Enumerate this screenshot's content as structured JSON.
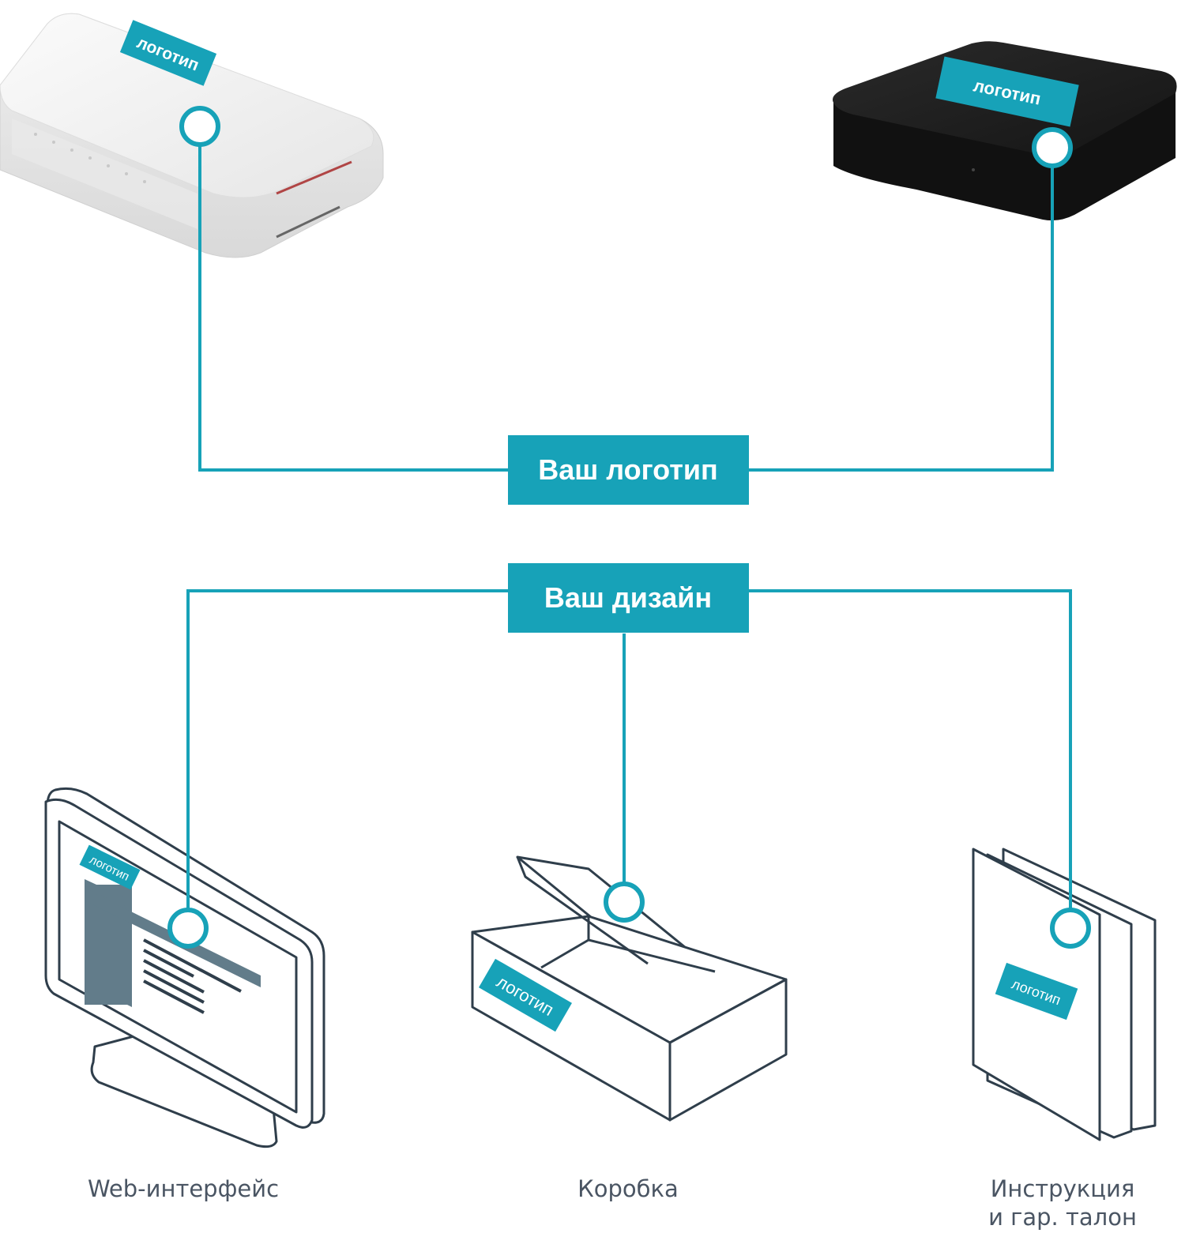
{
  "colors": {
    "accent": "#17a2b8",
    "outline": "#2f3e4b",
    "text": "#4a5563",
    "panel": "#627c8a"
  },
  "logo_text": "логотип",
  "nodes": {
    "your_logo": "Ваш логотип",
    "your_design": "Ваш дизайн"
  },
  "devices": [
    {
      "name": "white-router",
      "icon": "router-image"
    },
    {
      "name": "black-box",
      "icon": "set-top-box-image"
    }
  ],
  "items": [
    {
      "caption": "Web-интерфейс",
      "icon": "monitor-icon"
    },
    {
      "caption": "Коробка",
      "icon": "box-icon"
    },
    {
      "caption_line1": "Инструкция",
      "caption_line2": "и гар. талон",
      "icon": "documents-icon"
    }
  ]
}
